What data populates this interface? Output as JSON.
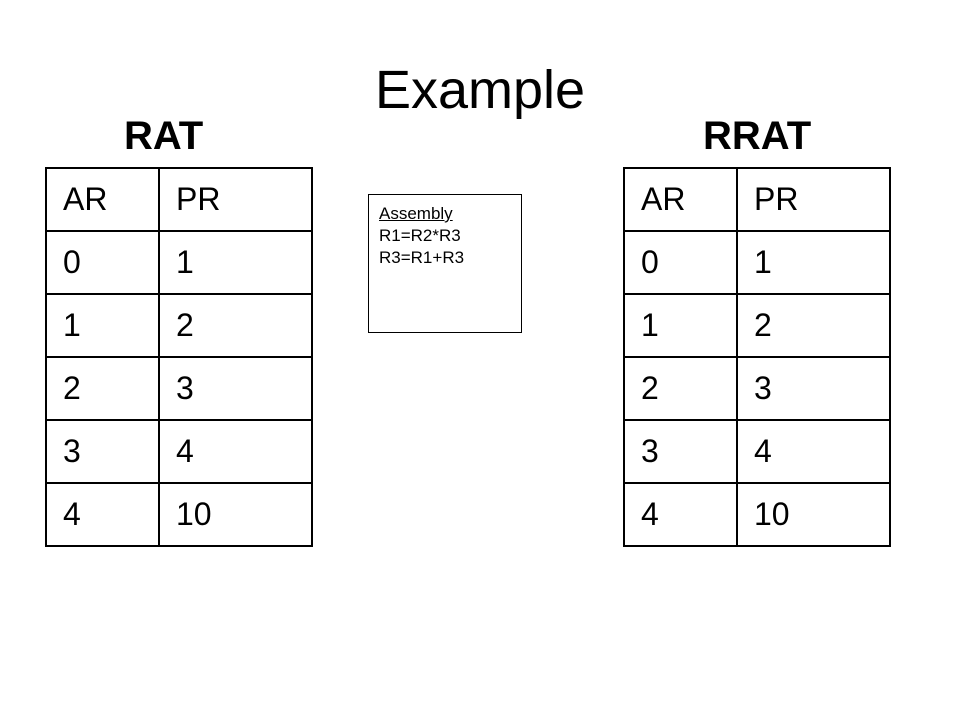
{
  "title": "Example",
  "rat": {
    "heading": "RAT",
    "columns": [
      "AR",
      "PR"
    ],
    "rows": [
      [
        "0",
        "1"
      ],
      [
        "1",
        "2"
      ],
      [
        "2",
        "3"
      ],
      [
        "3",
        "4"
      ],
      [
        "4",
        "10"
      ]
    ]
  },
  "rrat": {
    "heading": "RRAT",
    "columns": [
      "AR",
      "PR"
    ],
    "rows": [
      [
        "0",
        "1"
      ],
      [
        "1",
        "2"
      ],
      [
        "2",
        "3"
      ],
      [
        "3",
        "4"
      ],
      [
        "4",
        "10"
      ]
    ]
  },
  "assembly": {
    "title": "Assembly",
    "lines": [
      "R1=R2*R3",
      "R3=R1+R3"
    ]
  }
}
